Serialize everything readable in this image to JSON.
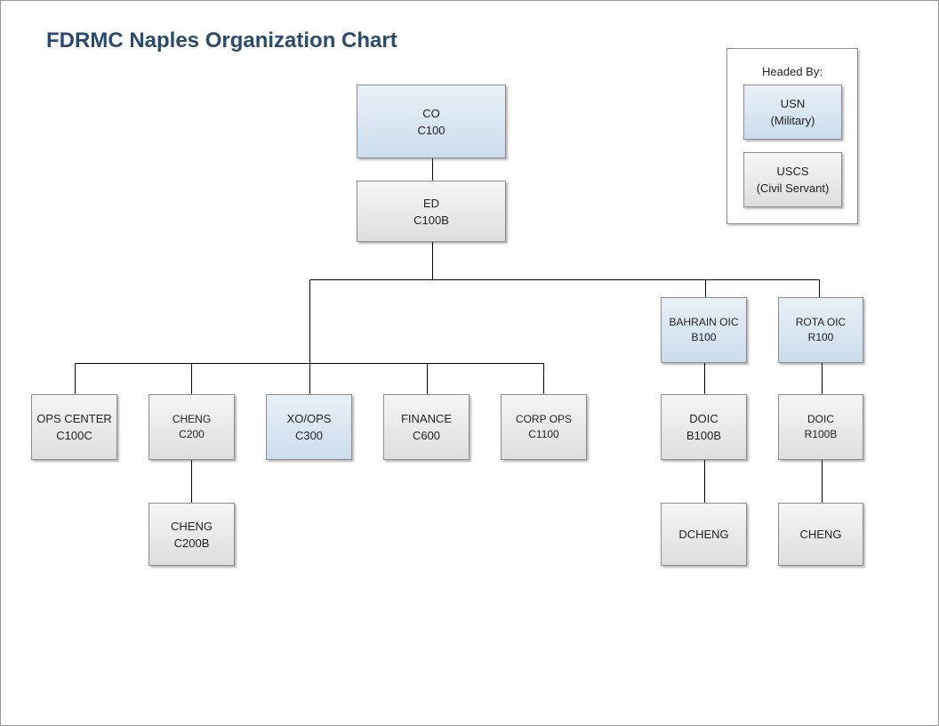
{
  "title": "FDRMC Naples Organization Chart",
  "colors": {
    "usn": "#cbdcec",
    "uscs": "#dedede",
    "title": "#2b4b6e"
  },
  "legend": {
    "title": "Headed By:",
    "usn": {
      "line1": "USN",
      "line2": "(Military)"
    },
    "uscs": {
      "line1": "USCS",
      "line2": "(Civil Servant)"
    }
  },
  "nodes": {
    "co": {
      "line1": "CO",
      "line2": "C100",
      "headed_by": "USN"
    },
    "ed": {
      "line1": "ED",
      "line2": "C100B",
      "headed_by": "USCS"
    },
    "bahrain_oic": {
      "line1": "BAHRAIN OIC",
      "line2": "B100",
      "headed_by": "USN"
    },
    "rota_oic": {
      "line1": "ROTA OIC",
      "line2": "R100",
      "headed_by": "USN"
    },
    "ops_center": {
      "line1": "OPS CENTER",
      "line2": "C100C",
      "headed_by": "USCS"
    },
    "cheng": {
      "line1": "CHENG",
      "line2": "C200",
      "headed_by": "USCS"
    },
    "xo_ops": {
      "line1": "XO/OPS",
      "line2": "C300",
      "headed_by": "USN"
    },
    "finance": {
      "line1": "FINANCE",
      "line2": "C600",
      "headed_by": "USCS"
    },
    "corp_ops": {
      "line1": "CORP OPS",
      "line2": "C1100",
      "headed_by": "USCS"
    },
    "bahrain_doic": {
      "line1": "DOIC",
      "line2": "B100B",
      "headed_by": "USCS"
    },
    "rota_doic": {
      "line1": "DOIC",
      "line2": "R100B",
      "headed_by": "USCS"
    },
    "cheng_b": {
      "line1": "CHENG",
      "line2": "C200B",
      "headed_by": "USCS"
    },
    "dcheng": {
      "line1": "DCHENG",
      "headed_by": "USCS"
    },
    "rota_cheng": {
      "line1": "CHENG",
      "headed_by": "USCS"
    }
  }
}
